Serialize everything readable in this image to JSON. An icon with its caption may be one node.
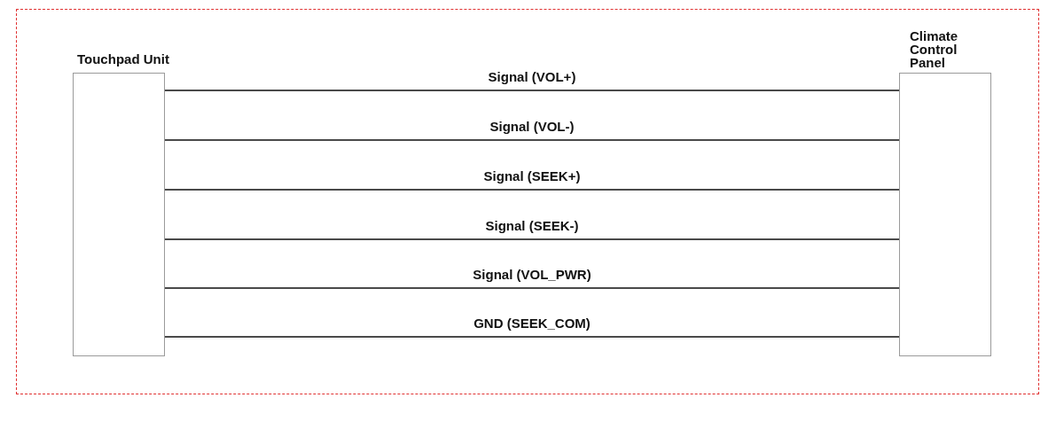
{
  "diagram": {
    "nodes": [
      {
        "text": [
          "Touchpad Unit"
        ]
      },
      {
        "text": [
          "Climate Control Panel"
        ]
      }
    ],
    "edges": [
      {
        "from": 0,
        "to": 1,
        "arrow": "none",
        "label": "Signal (VOL+)"
      },
      {
        "from": 0,
        "to": 1,
        "arrow": "none",
        "label": "Signal (VOL-)"
      },
      {
        "from": 0,
        "to": 1,
        "arrow": "none",
        "label": "Signal (SEEK+)"
      },
      {
        "from": 0,
        "to": 1,
        "arrow": "none",
        "label": "Signal (SEEK-)"
      },
      {
        "from": 0,
        "to": 1,
        "arrow": "none",
        "label": "Signal (VOL_PWR)"
      },
      {
        "from": 0,
        "to": 1,
        "arrow": "none",
        "label": "GND (SEEK_COM)"
      }
    ]
  }
}
